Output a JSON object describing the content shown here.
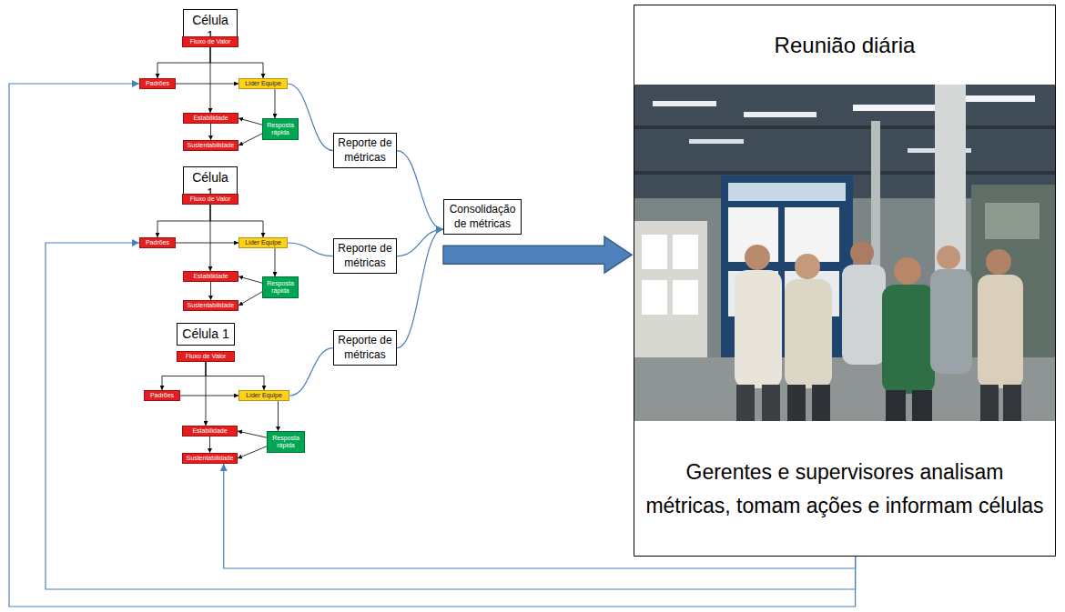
{
  "diagram": {
    "nodes": [
      {
        "text": [
          "Célula 1"
        ]
      },
      {
        "text": [
          "Fluxo de Valor"
        ]
      },
      {
        "text": [
          "Padrões"
        ]
      },
      {
        "text": [
          "Líder Equipe"
        ]
      },
      {
        "text": [
          "Estabilidade"
        ]
      },
      {
        "text": [
          "Sustentabilidade"
        ]
      },
      {
        "text": [
          "Resposta rápida"
        ]
      },
      {
        "text": [
          "Célula 1"
        ]
      },
      {
        "text": [
          "Fluxo de Valor"
        ]
      },
      {
        "text": [
          "Padrões"
        ]
      },
      {
        "text": [
          "Líder Equipe"
        ]
      },
      {
        "text": [
          "Estabilidade"
        ]
      },
      {
        "text": [
          "Sustentabilidade"
        ]
      },
      {
        "text": [
          "Resposta rápida"
        ]
      },
      {
        "text": [
          "Célula 1"
        ]
      },
      {
        "text": [
          "Fluxo de Valor"
        ]
      },
      {
        "text": [
          "Padrões"
        ]
      },
      {
        "text": [
          "Líder Equipe"
        ]
      },
      {
        "text": [
          "Estabilidade"
        ]
      },
      {
        "text": [
          "Sustentabilidade"
        ]
      },
      {
        "text": [
          "Resposta rápida"
        ]
      },
      {
        "text": [
          "Reporte de métricas"
        ]
      },
      {
        "text": [
          "Reporte de métricas"
        ]
      },
      {
        "text": [
          "Reporte de métricas"
        ]
      },
      {
        "text": [
          "Consolidação de métricas"
        ]
      },
      {
        "text": [
          "Reunião diária",
          "Gerentes e supervisores analisam métricas, tomam ações e informam células"
        ]
      }
    ],
    "edges": [
      {
        "from": 1,
        "to": 2,
        "arrow": "to"
      },
      {
        "from": 1,
        "to": 3,
        "arrow": "to"
      },
      {
        "from": 1,
        "to": 4,
        "arrow": "to"
      },
      {
        "from": 2,
        "to": 3,
        "arrow": "to"
      },
      {
        "from": 4,
        "to": 5,
        "arrow": "to"
      },
      {
        "from": 3,
        "to": 6,
        "arrow": "to"
      },
      {
        "from": 6,
        "to": 4,
        "arrow": "to"
      },
      {
        "from": 6,
        "to": 5,
        "arrow": "to"
      },
      {
        "from": 8,
        "to": 9,
        "arrow": "to"
      },
      {
        "from": 8,
        "to": 10,
        "arrow": "to"
      },
      {
        "from": 8,
        "to": 11,
        "arrow": "to"
      },
      {
        "from": 9,
        "to": 10,
        "arrow": "to"
      },
      {
        "from": 11,
        "to": 12,
        "arrow": "to"
      },
      {
        "from": 10,
        "to": 13,
        "arrow": "to"
      },
      {
        "from": 13,
        "to": 11,
        "arrow": "to"
      },
      {
        "from": 13,
        "to": 12,
        "arrow": "to"
      },
      {
        "from": 15,
        "to": 16,
        "arrow": "to"
      },
      {
        "from": 15,
        "to": 17,
        "arrow": "to"
      },
      {
        "from": 15,
        "to": 18,
        "arrow": "to"
      },
      {
        "from": 16,
        "to": 17,
        "arrow": "to"
      },
      {
        "from": 18,
        "to": 19,
        "arrow": "to"
      },
      {
        "from": 17,
        "to": 20,
        "arrow": "to"
      },
      {
        "from": 20,
        "to": 18,
        "arrow": "to"
      },
      {
        "from": 20,
        "to": 19,
        "arrow": "to"
      },
      {
        "from": 3,
        "to": 21,
        "arrow": "none"
      },
      {
        "from": 10,
        "to": 22,
        "arrow": "none"
      },
      {
        "from": 17,
        "to": 23,
        "arrow": "none"
      },
      {
        "from": 21,
        "to": 24,
        "arrow": "to"
      },
      {
        "from": 22,
        "to": 24,
        "arrow": "to"
      },
      {
        "from": 23,
        "to": 24,
        "arrow": "to"
      },
      {
        "from": 24,
        "to": 25,
        "arrow": "to"
      },
      {
        "from": 25,
        "to": 2,
        "arrow": "to"
      },
      {
        "from": 25,
        "to": 9,
        "arrow": "to"
      },
      {
        "from": 25,
        "to": 19,
        "arrow": "to"
      }
    ]
  }
}
